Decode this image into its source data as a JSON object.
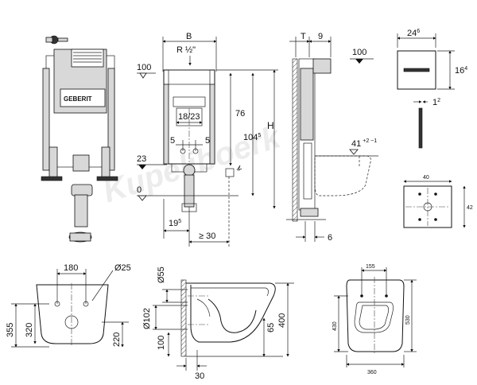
{
  "watermark": "Kupeliboerk",
  "brand": "GEBERIT",
  "frame_front": {
    "width_label": "B",
    "connection_label": "R ½\"",
    "height_label": "H",
    "dim_top_level": "100",
    "dim_76": "76",
    "dim_104": "104",
    "dim_104_sup": "5",
    "dim_18_23": "18/23",
    "dim_5_left": "5",
    "dim_5_right": "5",
    "dim_23": "23",
    "dim_0": "0",
    "dim_19": "19",
    "dim_19_sup": "5",
    "dim_30": "≥ 30"
  },
  "frame_side": {
    "t_label": "T",
    "dim_9": "9",
    "dim_100": "100",
    "dim_41": "41",
    "dim_41_tol": "+2 −1",
    "dim_6": "6"
  },
  "flush_plate": {
    "dim_width": "24",
    "dim_width_sup": "6",
    "dim_height": "16",
    "dim_height_sup": "4",
    "dim_depth": "1",
    "dim_depth_sup": "2"
  },
  "wall_plate": {
    "dim_40": "40",
    "dim_42": "42"
  },
  "bowl_rear": {
    "dim_180": "180",
    "dim_25": "Ø25",
    "dim_355": "355",
    "dim_320": "320",
    "dim_220": "220"
  },
  "bowl_side": {
    "dim_55": "Ø55",
    "dim_102": "Ø102",
    "dim_100": "100",
    "dim_65": "65",
    "dim_400": "400",
    "dim_30": "30"
  },
  "bowl_top": {
    "dim_155": "155",
    "dim_430": "430",
    "dim_530": "530",
    "dim_360": "360"
  }
}
